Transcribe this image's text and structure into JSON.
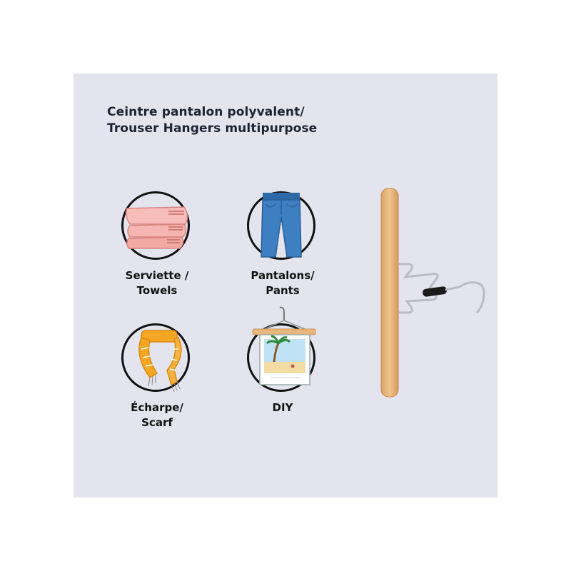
{
  "title": {
    "line1": "Ceintre pantalon polyvalent/",
    "line2": "Trouser Hangers multipurpose"
  },
  "items": [
    {
      "icon": "towels-icon",
      "label_line1": "Serviette /",
      "label_line2": "Towels"
    },
    {
      "icon": "pants-icon",
      "label_line1": "Pantalons/",
      "label_line2": "Pants"
    },
    {
      "icon": "scarf-icon",
      "label_line1": "Écharpe/",
      "label_line2": "Scarf"
    },
    {
      "icon": "diy-picture-icon",
      "label_line1": "DIY",
      "label_line2": ""
    }
  ],
  "colors": {
    "background": "#e4e4ee",
    "title": "#1d2333",
    "towel": "#f2a9a4",
    "pants": "#3d7fc1",
    "scarf": "#f5a623",
    "wood": "#e9b67c"
  },
  "product_image": "wooden-trouser-hanger"
}
